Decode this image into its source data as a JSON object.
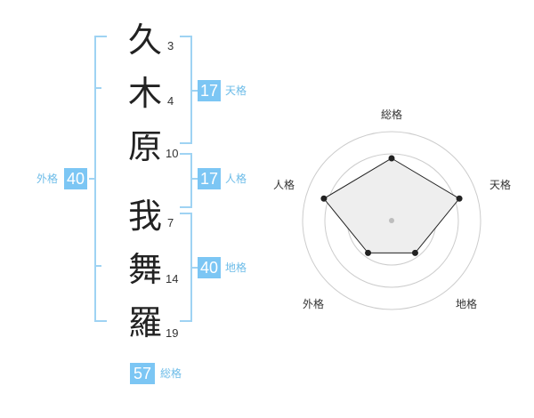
{
  "name_chars": [
    {
      "char": "久",
      "strokes": "3"
    },
    {
      "char": "木",
      "strokes": "4"
    },
    {
      "char": "原",
      "strokes": "10"
    },
    {
      "char": "我",
      "strokes": "7"
    },
    {
      "char": "舞",
      "strokes": "14"
    },
    {
      "char": "羅",
      "strokes": "19"
    }
  ],
  "fortunes": {
    "tenkaku": {
      "value": "17",
      "label": "天格"
    },
    "jinkaku": {
      "value": "17",
      "label": "人格"
    },
    "chikaku": {
      "value": "40",
      "label": "地格"
    },
    "gaikaku": {
      "value": "40",
      "label": "外格"
    },
    "soukaku": {
      "value": "57",
      "label": "総格"
    }
  },
  "radar": {
    "axes": [
      "総格",
      "天格",
      "地格",
      "外格",
      "人格"
    ],
    "values": [
      0.7,
      0.8,
      0.45,
      0.45,
      0.8
    ],
    "accent": "#222222",
    "fill": "#eeeeee"
  },
  "colors": {
    "badge": "#7cc6f4",
    "bracket": "#9fd3f3",
    "label": "#6dbce8"
  }
}
